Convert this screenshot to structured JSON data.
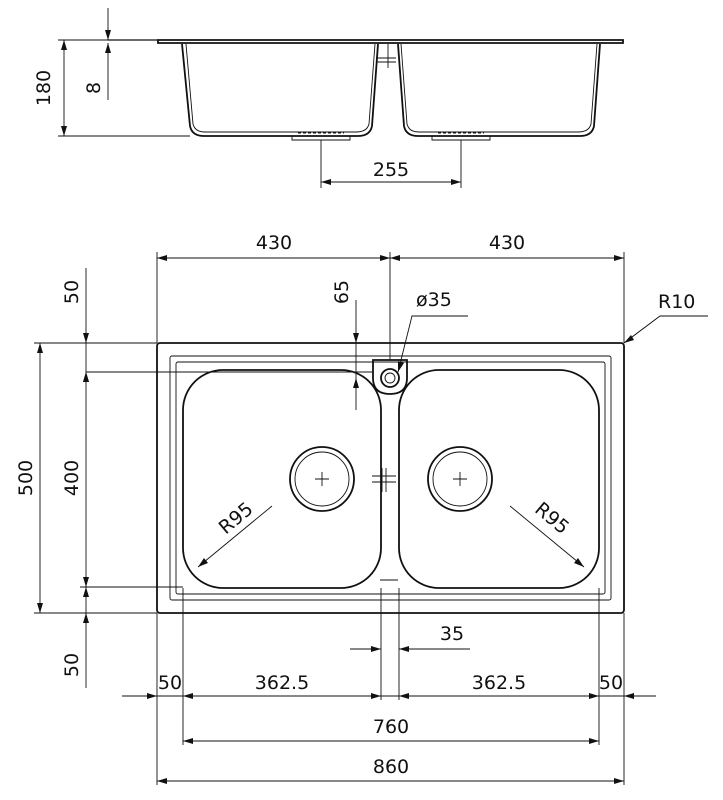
{
  "side_view": {
    "height_total": "180",
    "rim_thickness": "8",
    "drain_spacing": "255"
  },
  "top_view": {
    "bowl_width_left": "430",
    "bowl_width_right": "430",
    "margin_top": "50",
    "tap_offset": "65",
    "tap_hole_diameter": "ø35",
    "corner_radius": "R10",
    "overall_depth": "500",
    "bowl_depth": "400",
    "margin_bottom": "50",
    "bowl_radius_left": "R95",
    "bowl_radius_right": "R95",
    "divider_width": "35",
    "margin_left": "50",
    "bowl_inner_left": "362.5",
    "bowl_inner_right": "362.5",
    "margin_right": "50",
    "bowls_total_width": "760",
    "overall_width": "860"
  }
}
